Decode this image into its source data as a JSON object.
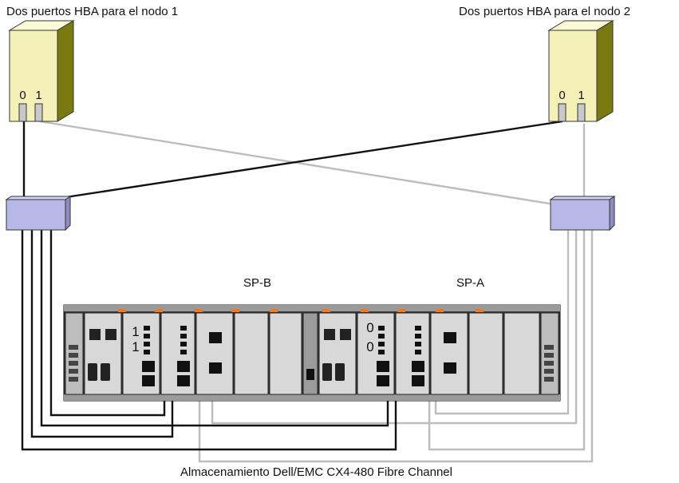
{
  "labels": {
    "node1_caption": "Dos puertos HBA para el nodo 1",
    "node2_caption": "Dos puertos HBA para el nodo 2",
    "sp_b": "SP-B",
    "sp_a": "SP-A",
    "storage_caption": "Almacenamiento Dell/EMC CX4-480 Fibre Channel"
  },
  "nodes": [
    {
      "id": "node-1",
      "hba_ports": [
        "0",
        "1"
      ]
    },
    {
      "id": "node-2",
      "hba_ports": [
        "0",
        "1"
      ]
    }
  ],
  "switches": [
    "switch-left",
    "switch-right"
  ],
  "storage": {
    "sp_b_port_labels": [
      "1",
      "1"
    ],
    "sp_a_port_labels": [
      "0",
      "0"
    ]
  },
  "colors": {
    "server_front": "#f4f1b8",
    "server_side": "#7a7a10",
    "switch_fill": "#b8b8e8",
    "cable_dark": "#111111",
    "cable_light": "#bdbdbd",
    "chassis": "#3a3a3a",
    "accent_orange": "#f07820"
  }
}
